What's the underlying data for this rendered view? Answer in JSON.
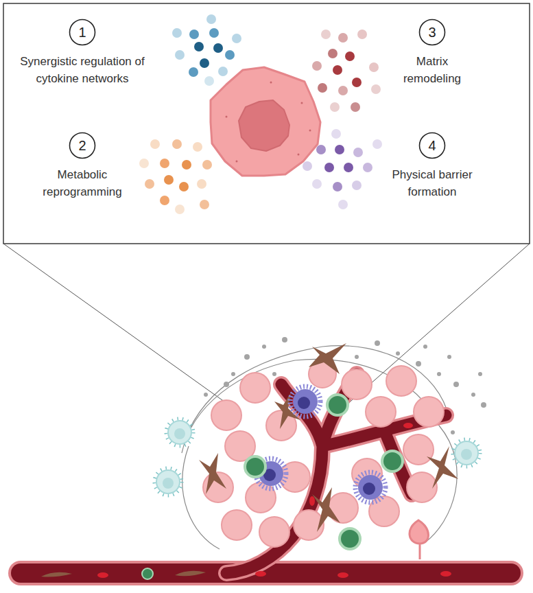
{
  "diagram": {
    "nodes": [
      {
        "text": [
          "1",
          "Synergistic regulation of cytokine networks"
        ]
      },
      {
        "text": [
          "2",
          "Metabolic reprogramming"
        ]
      },
      {
        "text": [
          "3",
          "Matrix remodeling"
        ]
      },
      {
        "text": [
          "4",
          "Physical barrier formation"
        ]
      }
    ]
  }
}
